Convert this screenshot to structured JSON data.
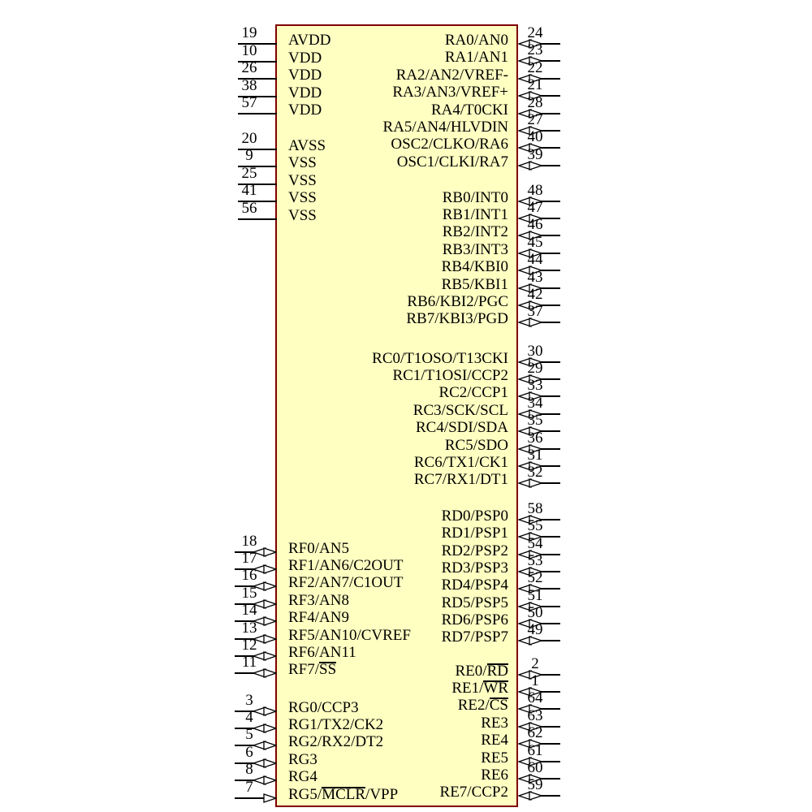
{
  "colors": {
    "chip_fill": "#FFFFC2",
    "chip_border": "#800000",
    "wire": "#000000",
    "text": "#000000",
    "arrow_fill": "#FFFFFF"
  },
  "pinout": {
    "sections": [
      {
        "id": "left-power",
        "pin_style": "plain",
        "pins": [
          {
            "num": "19",
            "parts": [
              {
                "t": "AVDD"
              }
            ]
          },
          {
            "num": "10",
            "parts": [
              {
                "t": "VDD"
              }
            ]
          },
          {
            "num": "26",
            "parts": [
              {
                "t": "VDD"
              }
            ]
          },
          {
            "num": "38",
            "parts": [
              {
                "t": "VDD"
              }
            ]
          },
          {
            "num": "57",
            "parts": [
              {
                "t": "VDD"
              }
            ]
          }
        ]
      },
      {
        "id": "left-ground",
        "pin_style": "plain",
        "pins": [
          {
            "num": "20",
            "parts": [
              {
                "t": "AVSS"
              }
            ]
          },
          {
            "num": "9",
            "parts": [
              {
                "t": "VSS"
              }
            ]
          },
          {
            "num": "25",
            "parts": [
              {
                "t": "VSS"
              }
            ]
          },
          {
            "num": "41",
            "parts": [
              {
                "t": "VSS"
              }
            ]
          },
          {
            "num": "56",
            "parts": [
              {
                "t": "VSS"
              }
            ]
          }
        ]
      },
      {
        "id": "port-f",
        "pin_style": "bidir",
        "pins": [
          {
            "num": "18",
            "parts": [
              {
                "t": "RF0/AN5"
              }
            ]
          },
          {
            "num": "17",
            "parts": [
              {
                "t": "RF1/AN6/C2OUT"
              }
            ]
          },
          {
            "num": "16",
            "parts": [
              {
                "t": "RF2/AN7/C1OUT"
              }
            ]
          },
          {
            "num": "15",
            "parts": [
              {
                "t": "RF3/AN8"
              }
            ]
          },
          {
            "num": "14",
            "parts": [
              {
                "t": "RF4/AN9"
              }
            ]
          },
          {
            "num": "13",
            "parts": [
              {
                "t": "RF5/AN10/CVREF"
              }
            ]
          },
          {
            "num": "12",
            "parts": [
              {
                "t": "RF6/AN11"
              }
            ]
          },
          {
            "num": "11",
            "parts": [
              {
                "t": "RF7/"
              },
              {
                "t": "SS",
                "ol": true
              }
            ]
          }
        ]
      },
      {
        "id": "port-g",
        "pin_style": "bidir",
        "pins": [
          {
            "num": "3",
            "parts": [
              {
                "t": "RG0/CCP3"
              }
            ]
          },
          {
            "num": "4",
            "parts": [
              {
                "t": "RG1/TX2/CK2"
              }
            ]
          },
          {
            "num": "5",
            "parts": [
              {
                "t": "RG2/RX2/DT2"
              }
            ]
          },
          {
            "num": "6",
            "parts": [
              {
                "t": "RG3"
              }
            ]
          },
          {
            "num": "8",
            "parts": [
              {
                "t": "RG4"
              }
            ]
          },
          {
            "num": "7",
            "style": "in",
            "parts": [
              {
                "t": "RG5/"
              },
              {
                "t": "MCLR",
                "ol": true
              },
              {
                "t": "/VPP"
              }
            ]
          }
        ]
      },
      {
        "id": "port-a",
        "pin_style": "bidir",
        "pins": [
          {
            "num": "24",
            "parts": [
              {
                "t": "RA0/AN0"
              }
            ]
          },
          {
            "num": "23",
            "parts": [
              {
                "t": "RA1/AN1"
              }
            ]
          },
          {
            "num": "22",
            "parts": [
              {
                "t": "RA2/AN2/VREF-"
              }
            ]
          },
          {
            "num": "21",
            "parts": [
              {
                "t": "RA3/AN3/VREF+"
              }
            ]
          },
          {
            "num": "28",
            "parts": [
              {
                "t": "RA4/T0CKI"
              }
            ]
          },
          {
            "num": "27",
            "parts": [
              {
                "t": "RA5/AN4/HLVDIN"
              }
            ]
          },
          {
            "num": "40",
            "parts": [
              {
                "t": "OSC2/CLKO/RA6"
              }
            ]
          },
          {
            "num": "39",
            "parts": [
              {
                "t": "OSC1/CLKI/RA7"
              }
            ]
          }
        ]
      },
      {
        "id": "port-b",
        "pin_style": "bidir",
        "pins": [
          {
            "num": "48",
            "parts": [
              {
                "t": "RB0/INT0"
              }
            ]
          },
          {
            "num": "47",
            "parts": [
              {
                "t": "RB1/INT1"
              }
            ]
          },
          {
            "num": "46",
            "parts": [
              {
                "t": "RB2/INT2"
              }
            ]
          },
          {
            "num": "45",
            "parts": [
              {
                "t": "RB3/INT3"
              }
            ]
          },
          {
            "num": "44",
            "parts": [
              {
                "t": "RB4/KBI0"
              }
            ]
          },
          {
            "num": "43",
            "parts": [
              {
                "t": "RB5/KBI1"
              }
            ]
          },
          {
            "num": "42",
            "parts": [
              {
                "t": "RB6/KBI2/PGC"
              }
            ]
          },
          {
            "num": "37",
            "parts": [
              {
                "t": "RB7/KBI3/PGD"
              }
            ]
          }
        ]
      },
      {
        "id": "port-c",
        "pin_style": "bidir",
        "pins": [
          {
            "num": "30",
            "parts": [
              {
                "t": "RC0/T1OSO/T13CKI"
              }
            ]
          },
          {
            "num": "29",
            "parts": [
              {
                "t": "RC1/T1OSI/CCP2"
              }
            ]
          },
          {
            "num": "33",
            "parts": [
              {
                "t": "RC2/CCP1"
              }
            ]
          },
          {
            "num": "34",
            "parts": [
              {
                "t": "RC3/SCK/SCL"
              }
            ]
          },
          {
            "num": "35",
            "parts": [
              {
                "t": "RC4/SDI/SDA"
              }
            ]
          },
          {
            "num": "36",
            "parts": [
              {
                "t": "RC5/SDO"
              }
            ]
          },
          {
            "num": "31",
            "parts": [
              {
                "t": "RC6/TX1/CK1"
              }
            ]
          },
          {
            "num": "32",
            "parts": [
              {
                "t": "RC7/RX1/DT1"
              }
            ]
          }
        ]
      },
      {
        "id": "port-d",
        "pin_style": "bidir",
        "pins": [
          {
            "num": "58",
            "parts": [
              {
                "t": "RD0/PSP0"
              }
            ]
          },
          {
            "num": "55",
            "parts": [
              {
                "t": "RD1/PSP1"
              }
            ]
          },
          {
            "num": "54",
            "parts": [
              {
                "t": "RD2/PSP2"
              }
            ]
          },
          {
            "num": "53",
            "parts": [
              {
                "t": "RD3/PSP3"
              }
            ]
          },
          {
            "num": "52",
            "parts": [
              {
                "t": "RD4/PSP4"
              }
            ]
          },
          {
            "num": "51",
            "parts": [
              {
                "t": "RD5/PSP5"
              }
            ]
          },
          {
            "num": "50",
            "parts": [
              {
                "t": "RD6/PSP6"
              }
            ]
          },
          {
            "num": "49",
            "parts": [
              {
                "t": "RD7/PSP7"
              }
            ]
          }
        ]
      },
      {
        "id": "port-e",
        "pin_style": "bidir",
        "pins": [
          {
            "num": "2",
            "parts": [
              {
                "t": "RE0/"
              },
              {
                "t": "RD",
                "ol": true
              }
            ]
          },
          {
            "num": "1",
            "parts": [
              {
                "t": "RE1/"
              },
              {
                "t": "WR",
                "ol": true
              }
            ]
          },
          {
            "num": "64",
            "parts": [
              {
                "t": "RE2/"
              },
              {
                "t": "CS",
                "ol": true
              }
            ]
          },
          {
            "num": "63",
            "parts": [
              {
                "t": "RE3"
              }
            ]
          },
          {
            "num": "62",
            "parts": [
              {
                "t": "RE4"
              }
            ]
          },
          {
            "num": "61",
            "parts": [
              {
                "t": "RE5"
              }
            ]
          },
          {
            "num": "60",
            "parts": [
              {
                "t": "RE6"
              }
            ]
          },
          {
            "num": "59",
            "parts": [
              {
                "t": "RE7/CCP2"
              }
            ]
          }
        ]
      }
    ]
  }
}
